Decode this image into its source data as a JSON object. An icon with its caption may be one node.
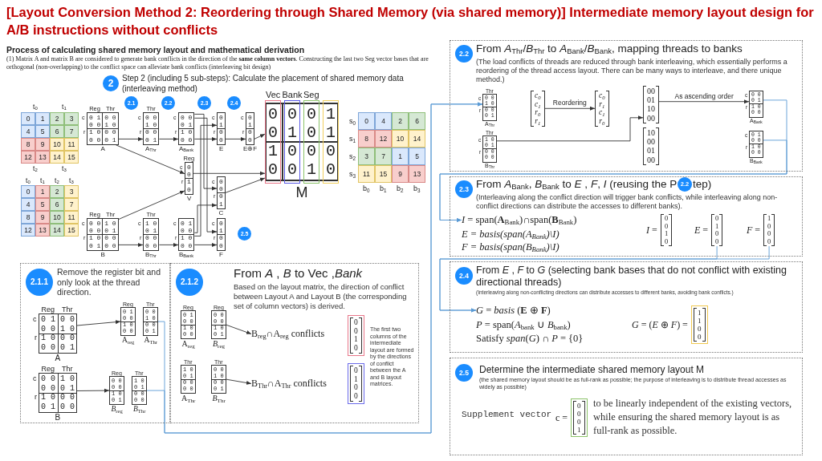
{
  "diagram": {
    "title": "[Layout Conversion Method 2: Reordering through Shared Memory (via shared memory)] Intermediate memory layout design for A/B instructions without conflicts",
    "nodes": [
      {
        "text": [
          "2"
        ],
        "beside": [
          "Step 2 (including 5 sub-steps): Calculate the placement of shared memory data (interleaving method)"
        ]
      },
      {
        "text": [
          "2.1"
        ]
      },
      {
        "text": [
          "2.2"
        ]
      },
      {
        "text": [
          "2.3"
        ]
      },
      {
        "text": [
          "2.4"
        ]
      },
      {
        "text": [
          "2.5"
        ]
      },
      {
        "text": [
          "0 1 0 0",
          "0 0 1 0",
          "1 0 0 0",
          "0 0 0 1"
        ],
        "beside": [
          "Reg",
          "Thr",
          "c",
          "r",
          "A"
        ]
      },
      {
        "text": [
          "0 0",
          "1 0",
          "0 0",
          "0 1"
        ],
        "beside": [
          "Thr",
          "c",
          "r",
          "A$_{Thr}$"
        ]
      },
      {
        "text": [
          "0 0",
          "0 1",
          "1 0",
          "0 0"
        ],
        "beside": [
          "c",
          "r",
          "A$_{Bank}$"
        ]
      },
      {
        "text": [
          "0",
          "1",
          "0",
          "0"
        ],
        "beside": [
          "c",
          "r",
          "E"
        ]
      },
      {
        "text": [
          "0",
          "1",
          "0",
          "0"
        ],
        "beside": [
          "c",
          "r",
          "E⊕F"
        ]
      },
      {
        "text": [
          "0",
          "0",
          "1",
          "0"
        ],
        "beside": [
          "Reg",
          "c",
          "r",
          "V"
        ]
      },
      {
        "text": [
          "0",
          "0",
          "0",
          "1"
        ],
        "beside": [
          "c",
          "r",
          "C"
        ]
      },
      {
        "text": [
          "0 0 1 0",
          "0 0 0 1",
          "1 0 0 0",
          "0 1 0 0"
        ],
        "beside": [
          "Reg",
          "Thr",
          "c",
          "r",
          "B"
        ]
      },
      {
        "text": [
          "1 0",
          "0 1",
          "0 0",
          "0 0"
        ],
        "beside": [
          "Thr",
          "c",
          "r",
          "B$_{Thr}$"
        ]
      },
      {
        "text": [
          "0 1",
          "0 0",
          "1 0",
          "0 0"
        ],
        "beside": [
          "c",
          "r",
          "B$_{Bank}$"
        ]
      },
      {
        "text": [
          "0",
          "1",
          "0",
          "0"
        ],
        "beside": [
          "c",
          "r",
          "F"
        ]
      },
      {
        "text": [
          "0 0 0 1",
          "0 1 0 1",
          "1 0 0 0",
          "0 0 1 0"
        ],
        "beside": [
          "Vec",
          "Bank",
          "Seg",
          "M"
        ]
      },
      {
        "text": [
          "Remove the register bit and only look at the thread direction."
        ]
      },
      {
        "text": [
          "2.1.1"
        ],
        "in": 18
      },
      {
        "text": [
          "0 1 0 0",
          "0 0 1 0",
          "1 0 0 0",
          "0 0 0 1"
        ],
        "beside": [
          "Reg",
          "Thr",
          "c",
          "r",
          "A"
        ],
        "in": 18
      },
      {
        "text": [
          "0 1",
          "0 0",
          "1 0",
          "0 0"
        ],
        "beside": [
          "Reg",
          "A$_{reg}$"
        ],
        "in": 18
      },
      {
        "text": [
          "0 0",
          "1 0",
          "0 0",
          "0 1"
        ],
        "beside": [
          "Thr",
          "A$_{Thr}$"
        ],
        "in": 18
      },
      {
        "text": [
          "0 0 1 0",
          "0 0 0 1",
          "1 0 0 0",
          "0 1 0 0"
        ],
        "beside": [
          "Reg",
          "Thr",
          "c",
          "r",
          "B"
        ],
        "in": 18
      },
      {
        "text": [
          "0 0",
          "0 0",
          "1 0",
          "0 1"
        ],
        "beside": [
          "Reg",
          "*B*$_{reg}$"
        ],
        "in": 18
      },
      {
        "text": [
          "1 0",
          "0 1",
          "0 0",
          "0 0"
        ],
        "beside": [
          "Thr",
          "*B*$_{Thr}$"
        ],
        "in": 18
      },
      {
        "text": [
          "From *A* , *B* to Vec ,*Bank*",
          "Based on the layout matrix, the direction of conflict between Layout A and Layout B (the corresponding set of column vectors) is derived.",
          "The first two columns of the intermediate layout are formed by the directions of conflict between the A and B layout matrices."
        ]
      },
      {
        "text": [
          "2.1.2"
        ],
        "in": 26
      },
      {
        "text": [
          "0 1",
          "0 0",
          "1 0",
          "0 0"
        ],
        "beside": [
          "Reg",
          "A$_{reg}$"
        ],
        "in": 26
      },
      {
        "text": [
          "0 0",
          "0 0",
          "1 0",
          "0 1"
        ],
        "beside": [
          "Reg",
          "*B*$_{reg}$"
        ],
        "in": 26
      },
      {
        "text": [
          "1 0",
          "0 1",
          "0 0",
          "0 0"
        ],
        "beside": [
          "Thr",
          "A$_{Thr}$"
        ],
        "in": 26
      },
      {
        "text": [
          "0 0",
          "1 0",
          "0 0",
          "0 1"
        ],
        "beside": [
          "Thr",
          "*B*$_{Thr}$"
        ],
        "in": 26
      },
      {
        "text": [
          "B$_{reg}$∩A$_{reg}$ conflicts"
        ],
        "in": 26
      },
      {
        "text": [
          "0",
          "0",
          "1",
          "0"
        ],
        "in": 26
      },
      {
        "text": [
          "B$_{Thr}$∩A$_{Thr}$ conflicts"
        ],
        "in": 26
      },
      {
        "text": [
          "0",
          "1",
          "0",
          "0"
        ],
        "in": 26
      },
      {
        "text": [
          "From *A*$_{Thr}$/*B*$_{Thr}$ to *A*$_{Bank}$/*B*$_{Bank}$, mapping threads to banks",
          "(The load conflicts of threads are reduced through bank interleaving, which essentially performs a reordering of the thread access layout. There can be many ways to interleave, and there unique method.)"
        ]
      },
      {
        "text": [
          "2.2"
        ],
        "in": 36
      },
      {
        "text": [
          "0 0",
          "1 0",
          "0 0",
          "0 1"
        ],
        "beside": [
          "Thr",
          "c",
          "r",
          "A$_{Thr}$"
        ],
        "in": 36
      },
      {
        "text": [
          "1 0",
          "0 1",
          "0 0",
          "0 0"
        ],
        "beside": [
          "Thr",
          "c",
          "r",
          "B$_{Thr}$"
        ],
        "in": 36
      },
      {
        "text": [
          "c$_{0}$",
          "c$_{1}$",
          "r$_{0}$",
          "r$_{1}$"
        ],
        "in": 36
      },
      {
        "text": [
          "c$_{0}$",
          "r$_{1}$",
          "c$_{1}$",
          "r$_{0}$"
        ],
        "in": 36
      },
      {
        "text": [
          "00",
          "01",
          "10",
          "00"
        ],
        "in": 36
      },
      {
        "text": [
          "10",
          "00",
          "01",
          "00"
        ],
        "in": 36
      },
      {
        "text": [
          "0 0",
          "0 1",
          "1 0",
          "0 0"
        ],
        "beside": [
          "c",
          "r",
          "A$_{Bank}$"
        ],
        "in": 36
      },
      {
        "text": [
          "0 1",
          "0 0",
          "1 0",
          "0 0"
        ],
        "beside": [
          "c",
          "r",
          "B$_{Bank}$"
        ],
        "in": 36
      },
      {
        "text": [
          "From *A*$_{Bank}$, *B*$_{Bank}$ to *E* , *F*, *I* (reusing the P",
          "tep)",
          "(Interleaving along the conflict direction will trigger bank conflicts, while interleaving along non-conflict directions can distribute the accesses to different banks).",
          "E = basis(span(A$_{Bank}$)\\I)",
          "F = basis(span(B$_{Bank}$)\\I)"
        ]
      },
      {
        "text": [
          "2.3"
        ],
        "in": 46
      },
      {
        "text": [
          "2.2"
        ],
        "in": 46
      },
      {
        "text": [
          "*I* = span(**A**$_{Bank}$)∩span(**B**$_{Bank}$)"
        ],
        "in": 46
      },
      {
        "text": [
          "0",
          "0",
          "1",
          "0"
        ],
        "beside": [
          "*I* ="
        ],
        "in": 46
      },
      {
        "text": [
          "0",
          "1",
          "0",
          "0"
        ],
        "beside": [
          "*E* ="
        ],
        "in": 46
      },
      {
        "text": [
          "1",
          "0",
          "0",
          "0"
        ],
        "beside": [
          "*F* ="
        ],
        "in": 46
      },
      {
        "text": [
          "From *E* , *F* to *G* (selecting bank bases that do not conflict with existing directional threads)",
          "(Interleaving along non-conflicting directions can distribute accesses to different banks, avoiding bank conflicts.)",
          "*P* = span(*A*$_{bank}$ ∪ *B*$_{bank}$)",
          "Satisfy *span*(*G*) ∩ *P* = {0}"
        ]
      },
      {
        "text": [
          "2.4"
        ],
        "in": 53
      },
      {
        "text": [
          "*G* = *basis* (**E** ⊕ **F**)"
        ],
        "in": 53
      },
      {
        "text": [
          "1",
          "1",
          "0",
          "0"
        ],
        "beside": [
          "*G* = (*E* ⊕ *F*) ="
        ],
        "in": 53
      },
      {
        "text": [
          "Determine the intermediate shared memory layout M",
          "(the shared memory layout should be as full-rank as possible; the purpose of interleaving is to distribute thread accesses as widely as possible)",
          "Supplement vector",
          "to be linearly independent of the existing vectors, while ensuring the shared memory layout is as full-rank as possible."
        ]
      },
      {
        "text": [
          "2.5"
        ],
        "in": 57
      },
      {
        "text": [
          "0",
          "0",
          "0",
          "1"
        ],
        "beside": [
          "c ="
        ],
        "in": 57
      }
    ],
    "edges": [
      {
        "from": 6,
        "to": 7,
        "arrow": "to"
      },
      {
        "from": 7,
        "to": 8,
        "arrow": "to"
      },
      {
        "from": 8,
        "to": 9,
        "arrow": "to"
      },
      {
        "from": 9,
        "to": 10,
        "arrow": "to"
      },
      {
        "from": 10,
        "to": 17,
        "arrow": "to"
      },
      {
        "from": 6,
        "to": 11,
        "arrow": "to"
      },
      {
        "from": 13,
        "to": 11,
        "arrow": "to"
      },
      {
        "from": 11,
        "to": 17,
        "arrow": "to"
      },
      {
        "from": 8,
        "to": 12,
        "arrow": "to"
      },
      {
        "from": 8,
        "to": 16,
        "arrow": "to"
      },
      {
        "from": 15,
        "to": 9,
        "arrow": "to"
      },
      {
        "from": 15,
        "to": 12,
        "arrow": "to"
      },
      {
        "from": 12,
        "to": 17,
        "arrow": "to"
      },
      {
        "from": 13,
        "to": 14,
        "arrow": "to"
      },
      {
        "from": 14,
        "to": 15,
        "arrow": "to"
      },
      {
        "from": 15,
        "to": 16,
        "arrow": "to"
      },
      {
        "from": 20,
        "to": 21,
        "arrow": "to"
      },
      {
        "from": 23,
        "to": 24,
        "arrow": "to"
      },
      {
        "from": 29,
        "to": 32,
        "arrow": "to"
      },
      {
        "from": 31,
        "to": 34,
        "arrow": "to"
      },
      {
        "from": 40,
        "to": 41,
        "arrow": "to",
        "label": "Reordering"
      },
      {
        "from": 39,
        "to": 42,
        "arrow": "to"
      },
      {
        "from": 42,
        "to": 44,
        "arrow": "to",
        "label": "As ascending order"
      },
      {
        "from": 22,
        "to": 38,
        "arrow": "to",
        "color": "#5b9bd5"
      },
      {
        "from": 25,
        "to": 38,
        "arrow": "to",
        "color": "#5b9bd5"
      },
      {
        "from": 44,
        "to": 49,
        "arrow": "to",
        "color": "#5b9bd5"
      },
      {
        "from": 45,
        "to": 49,
        "arrow": "to",
        "color": "#5b9bd5"
      },
      {
        "from": 51,
        "to": 55,
        "arrow": "to",
        "color": "#5b9bd5"
      },
      {
        "from": 52,
        "to": 55,
        "arrow": "to",
        "color": "#5b9bd5"
      }
    ],
    "labels": [
      "Process of calculating shared memory layout and mathematical derivation",
      "(1) Matrix A and matrix B are considered to generate bank conflicts in the direction of the **same column vectors**. Constructing the last two Seg vector bases that are orthogonal (non-overlapping) to the conflict space can alleviate bank conflicts (interleaving bit design)",
      "t$_{0}$",
      "t$_{1}$",
      "0",
      "1",
      "2",
      "3",
      "4",
      "5",
      "6",
      "7",
      "8",
      "9",
      "10",
      "11",
      "12",
      "13",
      "14",
      "15",
      "t$_{2}$",
      "t$_{3}$",
      "t$_{0}$",
      "t$_{1}$",
      "t$_{2}$",
      "t$_{3}$",
      "0",
      "1",
      "2",
      "3",
      "4",
      "5",
      "6",
      "7",
      "8",
      "9",
      "10",
      "11",
      "12",
      "13",
      "14",
      "15",
      "s$_{0}$",
      "0",
      "4",
      "2",
      "6",
      "s$_{1}$",
      "8",
      "12",
      "10",
      "14",
      "s$_{2}$",
      "3",
      "7",
      "1",
      "5",
      "s$_{3}$",
      "11",
      "15",
      "9",
      "13",
      "b$_{0}$",
      "b$_{1}$",
      "b$_{2}$",
      "b$_{3}$"
    ]
  }
}
